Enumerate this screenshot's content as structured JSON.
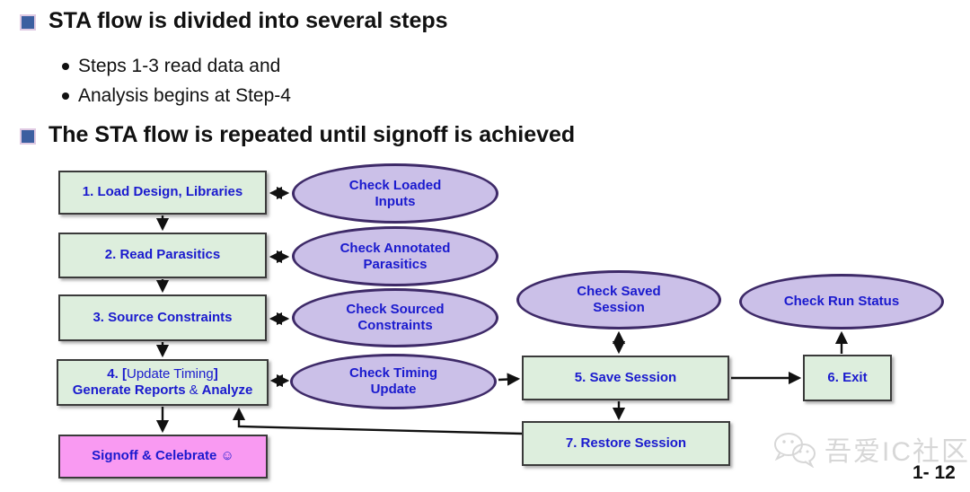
{
  "colors": {
    "box_fill": "#ddeedd",
    "box_border": "#3a3a3a",
    "ellipse_fill": "#cbc0e8",
    "ellipse_border": "#3e2a68",
    "node_text": "#1a1ace",
    "signoff_fill": "#f99af2",
    "bullet_square": "#3c5fa0"
  },
  "bullets": {
    "b1": "STA flow is divided into several steps",
    "s1": "Steps 1-3 read data and",
    "s2": "Analysis begins at Step-4",
    "b2": "The STA flow is repeated until signoff is achieved"
  },
  "flow": {
    "box1": "1. Load Design, Libraries",
    "box2": "2. Read Parasitics",
    "box3": "3. Source Constraints",
    "box4": {
      "l1a": "4. [",
      "l1b": "Update Timing",
      "l1c": "]",
      "l2a": "Generate Reports",
      "l2b": "&",
      "l2c": "Analyze"
    },
    "box5": "5. Save Session",
    "box6": "6. Exit",
    "box7": "7. Restore Session",
    "signoff": "Signoff & Celebrate ☺",
    "e1": {
      "l1": "Check Loaded",
      "l2": "Inputs"
    },
    "e2": {
      "l1": "Check Annotated",
      "l2": "Parasitics"
    },
    "e3": {
      "l1": "Check Sourced",
      "l2": "Constraints"
    },
    "e4": {
      "l1": "Check Timing",
      "l2": "Update"
    },
    "e5": {
      "l1": "Check Saved",
      "l2": "Session"
    },
    "e6": {
      "l1": "Check Run Status"
    }
  },
  "footer": {
    "watermark": "吾爱IC社区",
    "watermark_icon": "wechat-icon",
    "page": "1- 12"
  }
}
